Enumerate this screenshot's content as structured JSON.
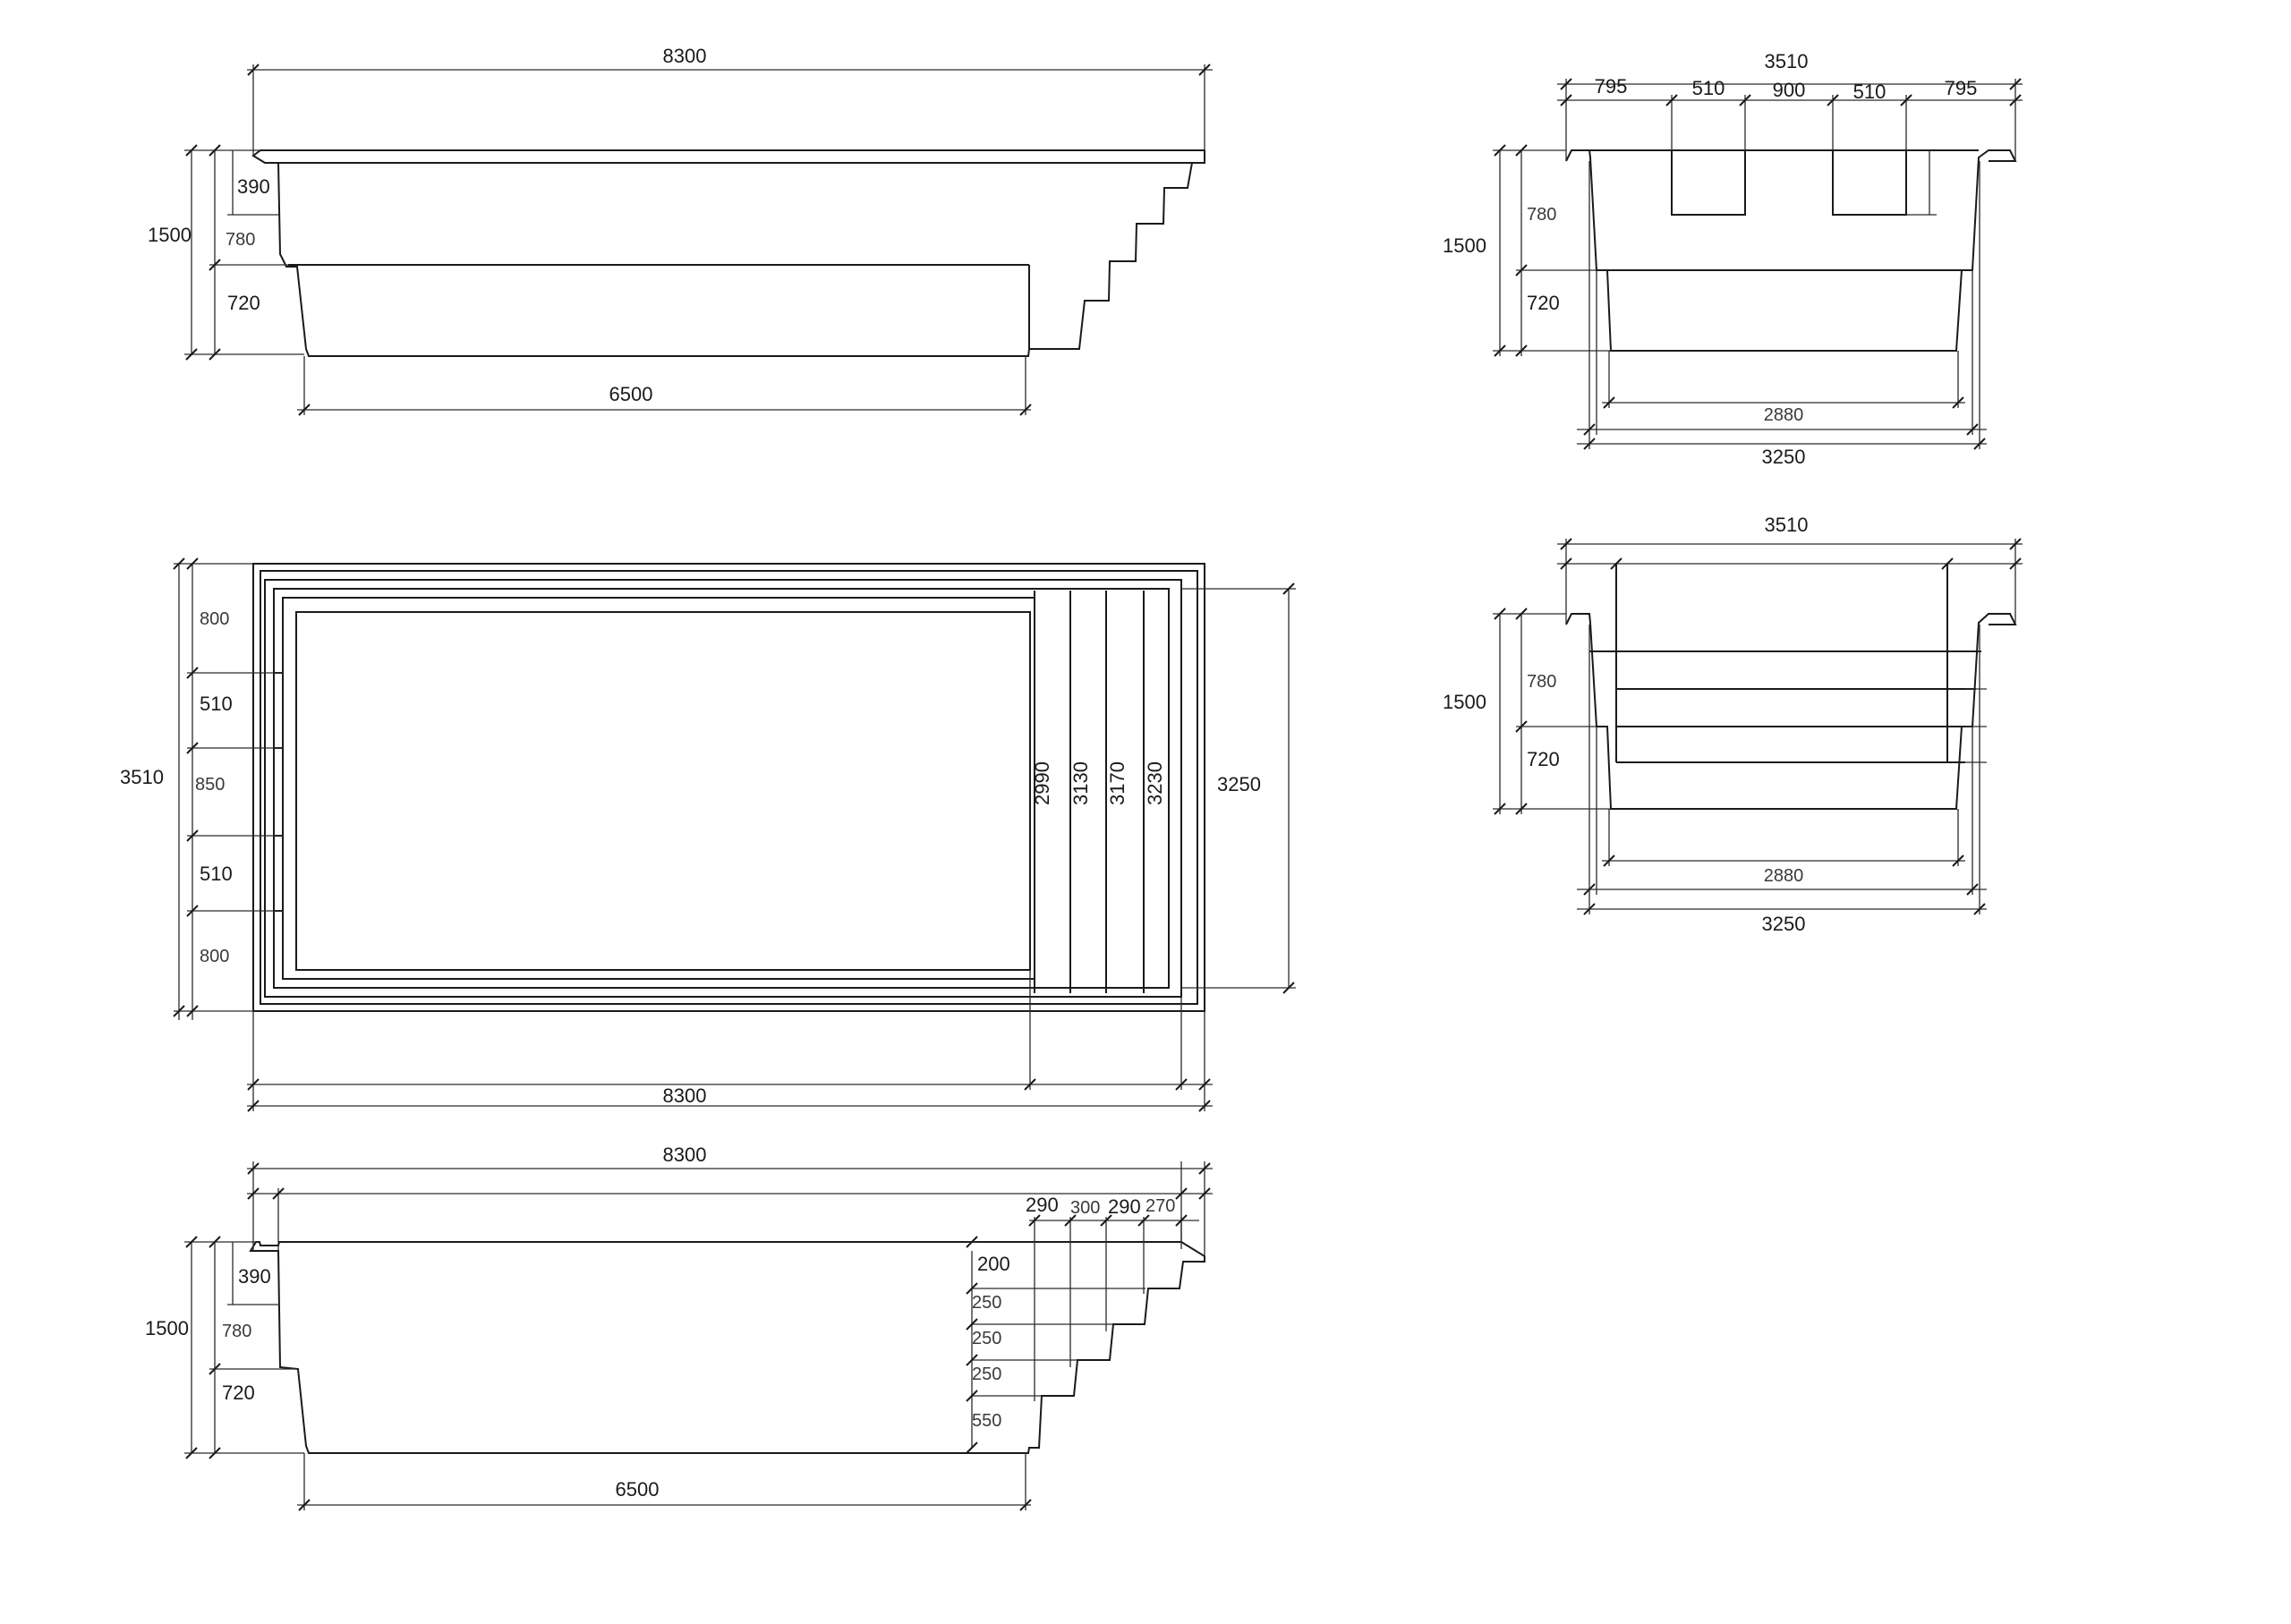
{
  "side_view_top": {
    "overall_length": "8300",
    "depth": "1500",
    "step_depth": "390",
    "upper_depth": "780",
    "lower_depth": "720",
    "floor_length": "6500"
  },
  "plan_view": {
    "side_800_top": "800",
    "skimmer_510_top": "510",
    "gap_850": "850",
    "skimmer_510_bottom": "510",
    "side_800_bottom": "800",
    "overall_width": "3510",
    "stair_widths": [
      "2990",
      "3130",
      "3170",
      "3230"
    ],
    "inner_width": "3250",
    "overall_length": "8300"
  },
  "side_view_bottom": {
    "overall_length": "8300",
    "step_treads": [
      "290",
      "300",
      "290",
      "270"
    ],
    "step_risers": [
      "200",
      "250",
      "250",
      "250",
      "550"
    ],
    "depth": "1500",
    "step_depth": "390",
    "upper_depth": "780",
    "lower_depth": "720",
    "floor_length": "6500"
  },
  "end_view_top": {
    "overall_width": "3510",
    "segments": [
      "795",
      "510",
      "900",
      "510",
      "795"
    ],
    "depth": "1500",
    "upper_depth": "780",
    "lower_depth": "720",
    "floor_width": "2880",
    "inner_width": "3250"
  },
  "end_view_bottom": {
    "overall_width": "3510",
    "depth": "1500",
    "upper_depth": "780",
    "lower_depth": "720",
    "floor_width": "2880",
    "inner_width": "3250"
  }
}
